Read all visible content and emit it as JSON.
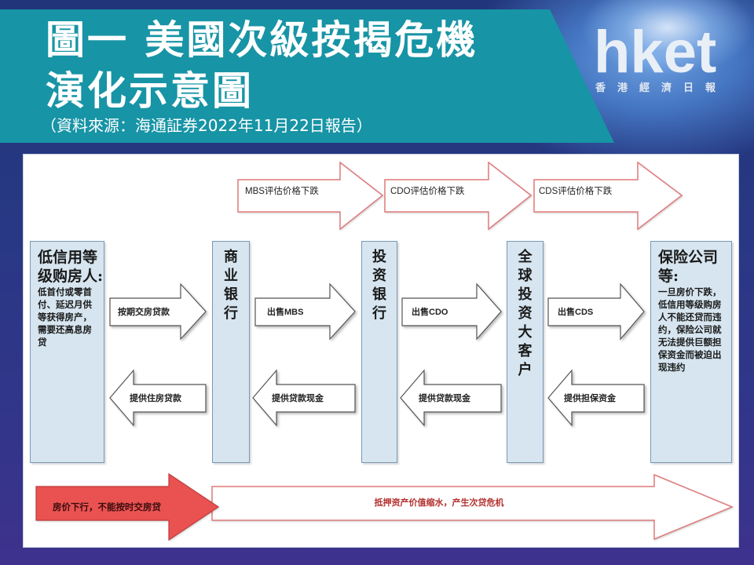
{
  "header": {
    "title_line1": "圖一 美國次級按揭危機",
    "title_line2": "演化示意圖",
    "source": "（資料來源：海通証券2022年11月22日報告）"
  },
  "logo": {
    "brand": "hket",
    "subtitle": "香港經濟日報"
  },
  "diagram": {
    "top_arrows": [
      {
        "label": "MBS评估价格下跌"
      },
      {
        "label": "CDO评估价格下跌"
      },
      {
        "label": "CDS评估价格下跌"
      }
    ],
    "columns": [
      {
        "title": "低信用等级购房人:",
        "description": "低首付或零首付、延迟月供等获得房产，需要还高息房贷"
      },
      {
        "title": "商业银行"
      },
      {
        "title": "投资银行"
      },
      {
        "title": "全球投资大客户"
      },
      {
        "title": "保险公司等:",
        "description": "一旦房价下跌，低信用等级购房人不能还贷而违约，保险公司就无法提供巨额担保资金而被迫出现违约"
      }
    ],
    "forward_arrows": [
      {
        "label": "按期交房贷款"
      },
      {
        "label": "出售MBS"
      },
      {
        "label": "出售CDO"
      },
      {
        "label": "出售CDS"
      }
    ],
    "backward_arrows": [
      {
        "label": "提供住房贷款"
      },
      {
        "label": "提供贷款现金"
      },
      {
        "label": "提供贷款现金"
      },
      {
        "label": "提供担保资金"
      }
    ],
    "bottom": {
      "trigger": "房价下行，不能按时交房贷",
      "outcome": "抵押资产价值缩水，产生次贷危机"
    }
  },
  "colors": {
    "banner": "#1794a5",
    "column_fill": "#d6e5ef",
    "column_border": "#7a98b5",
    "alert_red": "#ea5252",
    "alert_outline": "#e07a7a",
    "flow_outline": "#555555",
    "outcome_text": "#b3302e"
  }
}
